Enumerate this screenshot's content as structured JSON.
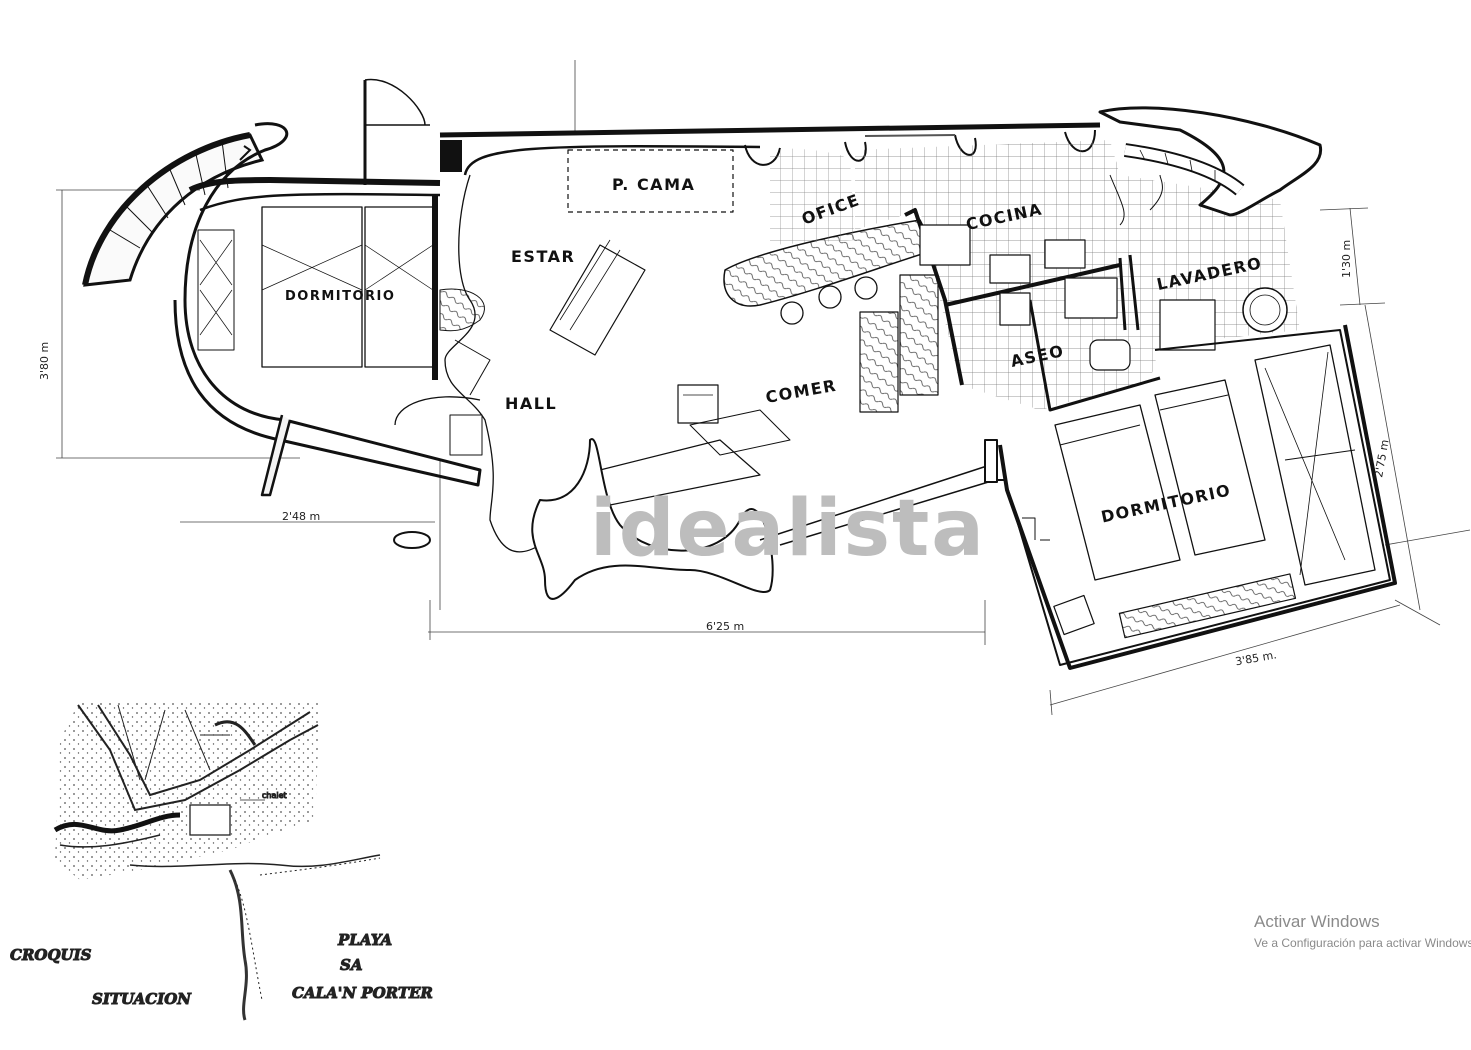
{
  "plan": {
    "rooms": {
      "p_cama": "P. CAMA",
      "estar": "ESTAR",
      "ofice": "OFICE",
      "cocina": "COCINA",
      "lavadero": "LAVADERO",
      "dormitorio_left": "DORMITORIO",
      "aseo": "ASEO",
      "hall": "HALL",
      "comer": "COMER",
      "dormitorio_right": "DORMITORIO"
    },
    "dimensions": {
      "left_height": "3'80 m",
      "left_width": "2'48 m",
      "center_width": "6'25 m",
      "right_width": "3'85 m.",
      "lavadero_height": "1'30 m",
      "dormitorio_height": "2'75 m"
    }
  },
  "situation_sketch": {
    "caption_left_1": "CROQUIS",
    "caption_left_2": "SITUACION",
    "caption_right_1": "PLAYA",
    "caption_right_2": "SA",
    "caption_right_3": "CALA'N PORTER",
    "road_label": "chalet"
  },
  "watermark": "idealista",
  "os_notice": {
    "title": "Activar Windows",
    "subtitle": "Ve a Configuración para activar Windows."
  }
}
